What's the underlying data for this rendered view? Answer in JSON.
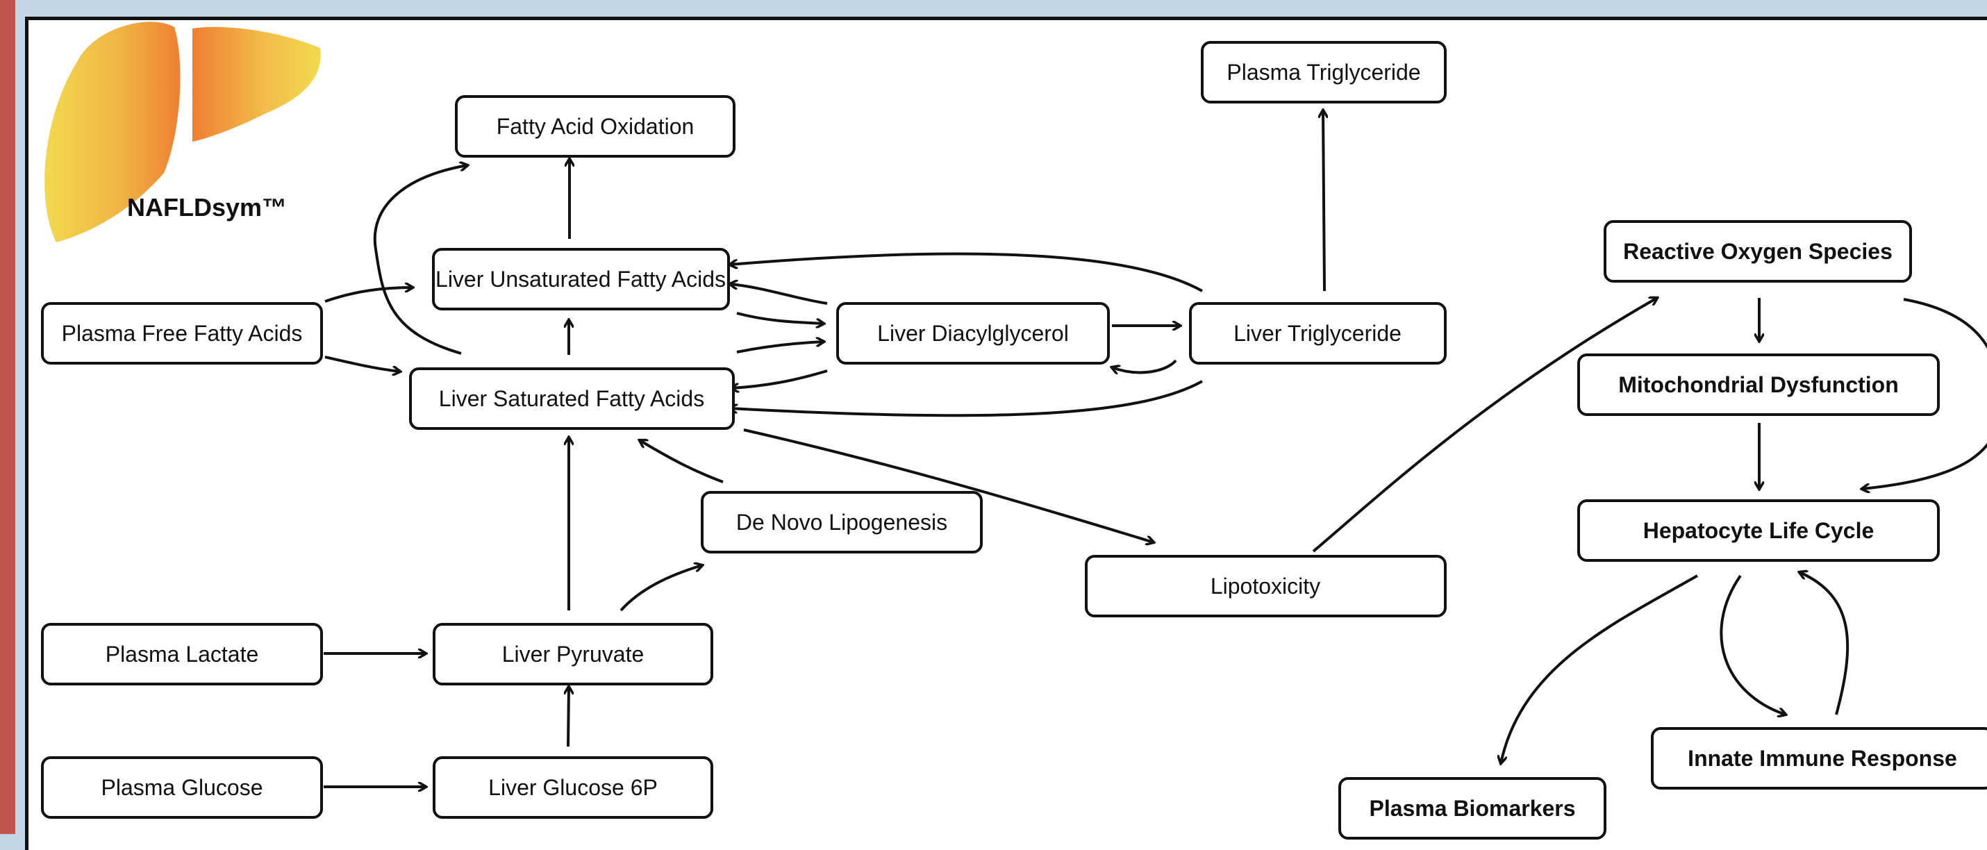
{
  "logo": {
    "text": "NAFLDsym™",
    "icon": "liver-icon"
  },
  "nodes": {
    "plasma_triglyceride": "Plasma Triglyceride",
    "fatty_acid_oxidation": "Fatty Acid Oxidation",
    "liver_unsaturated_fatty_acids": "Liver Unsaturated Fatty Acids",
    "plasma_free_fatty_acids": "Plasma Free Fatty Acids",
    "liver_diacylglycerol": "Liver Diacylglycerol",
    "liver_triglyceride": "Liver Triglyceride",
    "liver_saturated_fatty_acids": "Liver Saturated Fatty Acids",
    "de_novo_lipogenesis": "De Novo Lipogenesis",
    "lipotoxicity": "Lipotoxicity",
    "plasma_lactate": "Plasma Lactate",
    "liver_pyruvate": "Liver Pyruvate",
    "plasma_glucose": "Plasma Glucose",
    "liver_glucose_6p": "Liver Glucose 6P",
    "reactive_oxygen_species": "Reactive Oxygen Species",
    "mitochondrial_dysfunction": "Mitochondrial Dysfunction",
    "hepatocyte_life_cycle": "Hepatocyte Life Cycle",
    "innate_immune_response": "Innate Immune Response",
    "plasma_biomarkers": "Plasma Biomarkers"
  },
  "colors": {
    "border_blue": "#c3d6e6",
    "left_strip": "#c0534f",
    "liver_yellow": "#f2d94e",
    "liver_orange": "#ee8a35"
  }
}
